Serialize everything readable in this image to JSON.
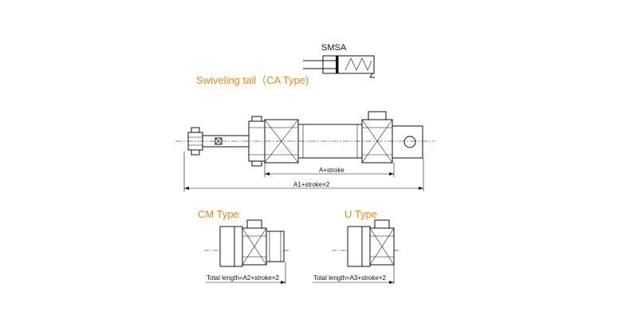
{
  "symbol": {
    "label": "SMSA"
  },
  "sections": {
    "ca": {
      "title": "Swiveling tail（CA Type)",
      "dim_a": "A+stroke",
      "dim_a1": "A1+stroke×2"
    },
    "cm": {
      "title": "CM Type",
      "dim": "Total length=A2+stroke×2"
    },
    "u": {
      "title": "U Type",
      "dim": "Total length=A3+stroke×2"
    }
  },
  "colors": {
    "heading": "#e08a1e",
    "line": "#111111"
  }
}
